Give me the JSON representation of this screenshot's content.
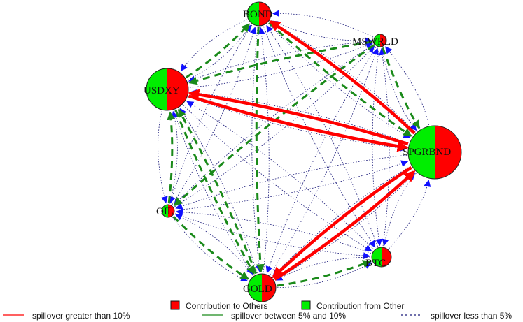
{
  "nodes": [
    {
      "id": "BOND",
      "label": "BOND",
      "to_share": 0.5
    },
    {
      "id": "MSWRLD",
      "label": "MSWRLD",
      "to_share": 0.5
    },
    {
      "id": "USDXY",
      "label": "USDXY",
      "to_share": 0.5
    },
    {
      "id": "SPGRBND",
      "label": "SPGRBND",
      "to_share": 0.5
    },
    {
      "id": "OIL",
      "label": "OIL",
      "to_share": 0.5
    },
    {
      "id": "BTC",
      "label": "BTC",
      "to_share": 0.5
    },
    {
      "id": "GOLD",
      "label": "GOLD",
      "to_share": 0.5
    }
  ],
  "edges_strong": [
    [
      "SPGRBND",
      "BOND"
    ],
    [
      "SPGRBND",
      "USDXY"
    ],
    [
      "USDXY",
      "SPGRBND"
    ],
    [
      "SPGRBND",
      "GOLD"
    ],
    [
      "GOLD",
      "SPGRBND"
    ]
  ],
  "edges_medium": [
    [
      "BOND",
      "SPGRBND"
    ],
    [
      "BOND",
      "GOLD"
    ],
    [
      "MSWRLD",
      "SPGRBND"
    ],
    [
      "MSWRLD",
      "USDXY"
    ],
    [
      "MSWRLD",
      "OIL"
    ],
    [
      "USDXY",
      "GOLD"
    ],
    [
      "GOLD",
      "USDXY"
    ],
    [
      "USDXY",
      "BOND"
    ],
    [
      "OIL",
      "USDXY"
    ],
    [
      "GOLD",
      "BTC"
    ],
    [
      "OIL",
      "GOLD"
    ]
  ],
  "colors": {
    "strong": "#ff0000",
    "medium": "#1a8a1a",
    "weak": "#1a1a7a",
    "contribution_to_others": "#ff0000",
    "contribution_from_other": "#00ee00",
    "arrowhead_weak": "#1010ff"
  },
  "legend": {
    "contribution_to_others": "Contribution to Others",
    "contribution_from_other": "Contribution from Other",
    "strong": "spillover greater than 10%",
    "medium": "spillover between 5% and 10%",
    "weak": "spillover less than 5%"
  }
}
